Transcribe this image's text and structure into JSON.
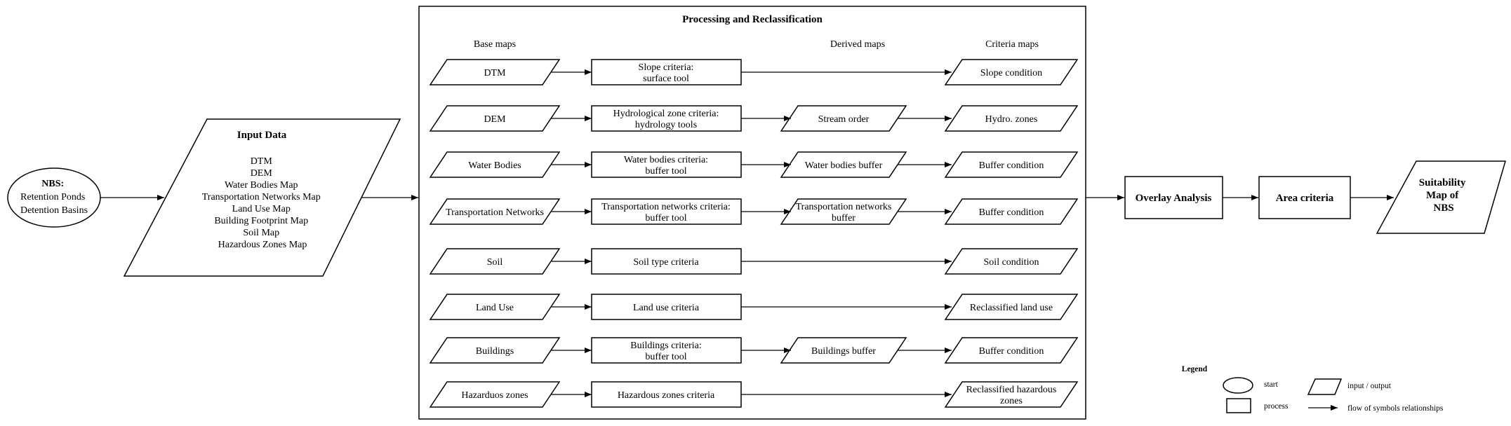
{
  "start": {
    "lines": [
      "NBS:",
      "Retention Ponds",
      "Detention Basins"
    ]
  },
  "input": {
    "title": "Input Data",
    "items": [
      "DTM",
      "DEM",
      "Water Bodies Map",
      "Transportation Networks Map",
      "Land Use Map",
      "Building Footprint Map",
      "Soil Map",
      "Hazardous Zones Map"
    ]
  },
  "processing": {
    "title": "Processing and Reclassification",
    "headers": {
      "base": "Base maps",
      "derived": "Derived maps",
      "criteria": "Criteria maps"
    },
    "rows": [
      {
        "base": [
          "DTM"
        ],
        "process": [
          "Slope criteria:",
          "surface tool"
        ],
        "derived": [],
        "criteria": [
          "Slope condition"
        ]
      },
      {
        "base": [
          "DEM"
        ],
        "process": [
          "Hydrological zone criteria:",
          "hydrology tools"
        ],
        "derived": [
          "Stream order"
        ],
        "criteria": [
          "Hydro. zones"
        ]
      },
      {
        "base": [
          "Water Bodies"
        ],
        "process": [
          "Water bodies criteria:",
          "buffer tool"
        ],
        "derived": [
          "Water bodies buffer"
        ],
        "criteria": [
          "Buffer condition"
        ]
      },
      {
        "base": [
          "Transportation Networks"
        ],
        "process": [
          "Transportation networks criteria:",
          "buffer tool"
        ],
        "derived": [
          "Transportation networks",
          "buffer"
        ],
        "criteria": [
          "Buffer condition"
        ]
      },
      {
        "base": [
          "Soil"
        ],
        "process": [
          "Soil type criteria"
        ],
        "derived": [],
        "criteria": [
          "Soil condition"
        ]
      },
      {
        "base": [
          "Land Use"
        ],
        "process": [
          "Land use criteria"
        ],
        "derived": [],
        "criteria": [
          "Reclassified land use"
        ]
      },
      {
        "base": [
          "Buildings"
        ],
        "process": [
          "Buildings criteria:",
          "buffer tool"
        ],
        "derived": [
          "Buildings buffer"
        ],
        "criteria": [
          "Buffer condition"
        ]
      },
      {
        "base": [
          "Hazarduos zones"
        ],
        "process": [
          "Hazardous zones criteria"
        ],
        "derived": [],
        "criteria": [
          "Reclassified hazardous",
          "zones"
        ]
      }
    ]
  },
  "overlay": "Overlay Analysis",
  "area": "Area criteria",
  "output": {
    "lines": [
      "Suitability",
      "Map of",
      "NBS"
    ]
  },
  "legend": {
    "title": "Legend",
    "start": "start",
    "process": "process",
    "io": "input / output",
    "flow": "flow of symbols relationships"
  }
}
